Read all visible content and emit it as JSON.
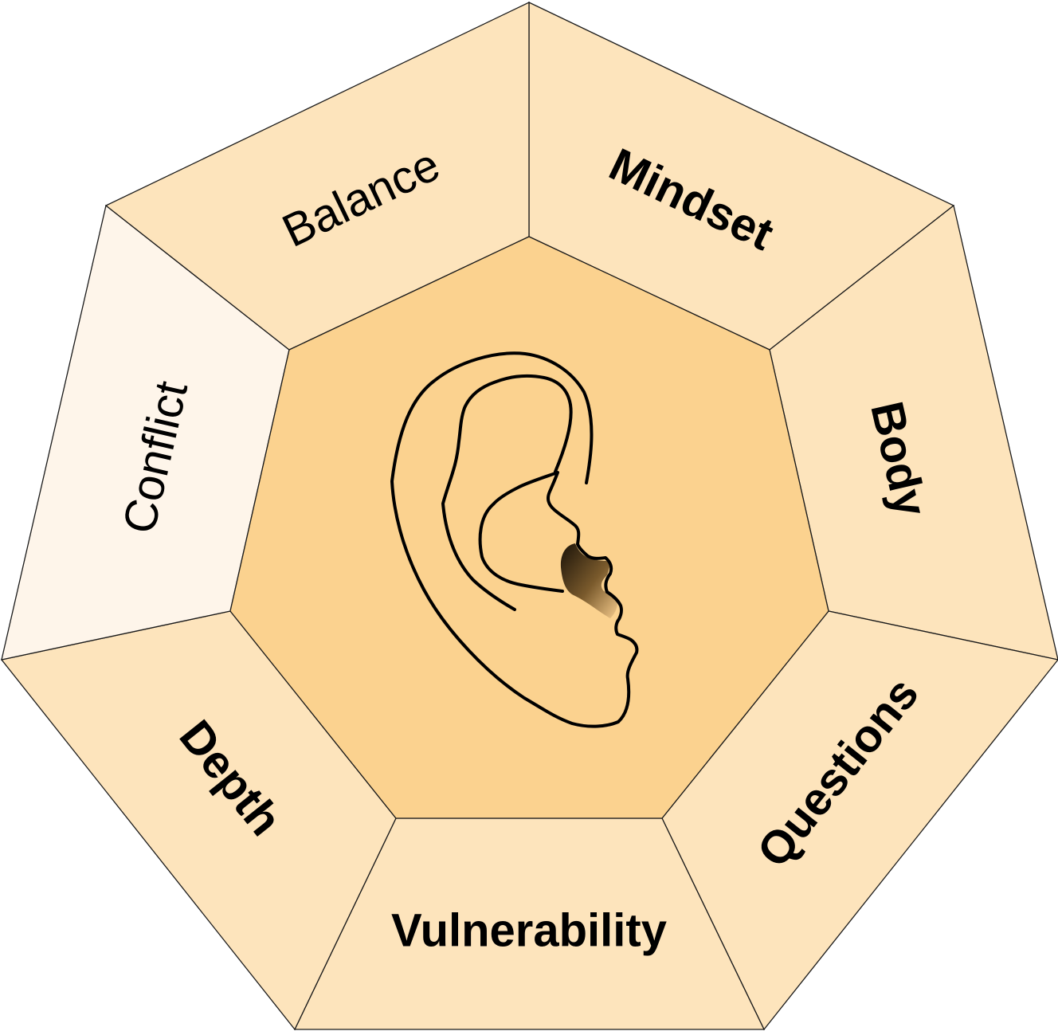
{
  "diagram": {
    "center_icon": "ear-icon",
    "colors": {
      "center": "#FBD28F",
      "segment": "#FDE4BC",
      "segment_highlight": "#FEF5EA",
      "outline": "#1a1a1a",
      "text": "#000000"
    },
    "segments": [
      {
        "id": "mindset",
        "label": "Mindset",
        "weight": "bold",
        "highlight": false
      },
      {
        "id": "body",
        "label": "Body",
        "weight": "bold",
        "highlight": false
      },
      {
        "id": "questions",
        "label": "Questions",
        "weight": "bold",
        "highlight": false
      },
      {
        "id": "vulnerability",
        "label": "Vulnerability",
        "weight": "bold",
        "highlight": false
      },
      {
        "id": "depth",
        "label": "Depth",
        "weight": "bold",
        "highlight": false
      },
      {
        "id": "conflict",
        "label": "Conflict",
        "weight": "normal",
        "highlight": true
      },
      {
        "id": "balance",
        "label": "Balance",
        "weight": "normal",
        "highlight": false
      }
    ]
  }
}
